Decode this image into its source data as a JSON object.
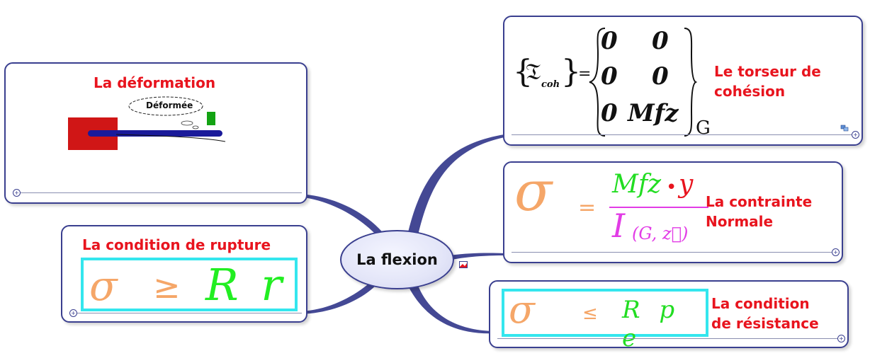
{
  "center": {
    "label": "La flexion"
  },
  "nodes": {
    "deformation": {
      "title": "La déformation",
      "cloud_text": "Déformée"
    },
    "rupture": {
      "title": "La condition de rupture",
      "formula": {
        "sigma": "σ",
        "op": "≥",
        "rhs": "R r"
      }
    },
    "torseur": {
      "title_line1": "Le torseur de",
      "title_line2": "cohésion",
      "formula": {
        "lbrace": "{",
        "symbol": "𝔗",
        "sub": "coh",
        "rbrace": "}",
        "eq": "=",
        "m11": "0",
        "m12": "0",
        "m21": "0",
        "m22": "0",
        "m31": "0",
        "m32": "Mfz",
        "point": "G"
      }
    },
    "contrainte": {
      "title_line1": "La contrainte",
      "title_line2": "Normale",
      "formula": {
        "sigma": "σ",
        "eq": "=",
        "num_a": "Mfz",
        "dot": "•",
        "num_b": "y",
        "den_I": "I",
        "den_args": "(G, z⃗)"
      }
    },
    "resistance": {
      "title_line1": "La condition",
      "title_line2": "de résistance",
      "formula": {
        "sigma": "σ",
        "op": "≤",
        "rhs": "R p e"
      }
    }
  },
  "colors": {
    "title_red": "#e8141e",
    "border_blue": "#3a3f8f",
    "formula_box_cyan": "#34e6ee",
    "sigma_orange": "#f5a668",
    "green": "#22ee22",
    "magenta": "#e23ce6",
    "dark_red_fill": "#d01616",
    "beam_blue": "#1a1a9a"
  },
  "icons": [
    "expand-plus-icon",
    "attachment-icon",
    "image-icon"
  ]
}
